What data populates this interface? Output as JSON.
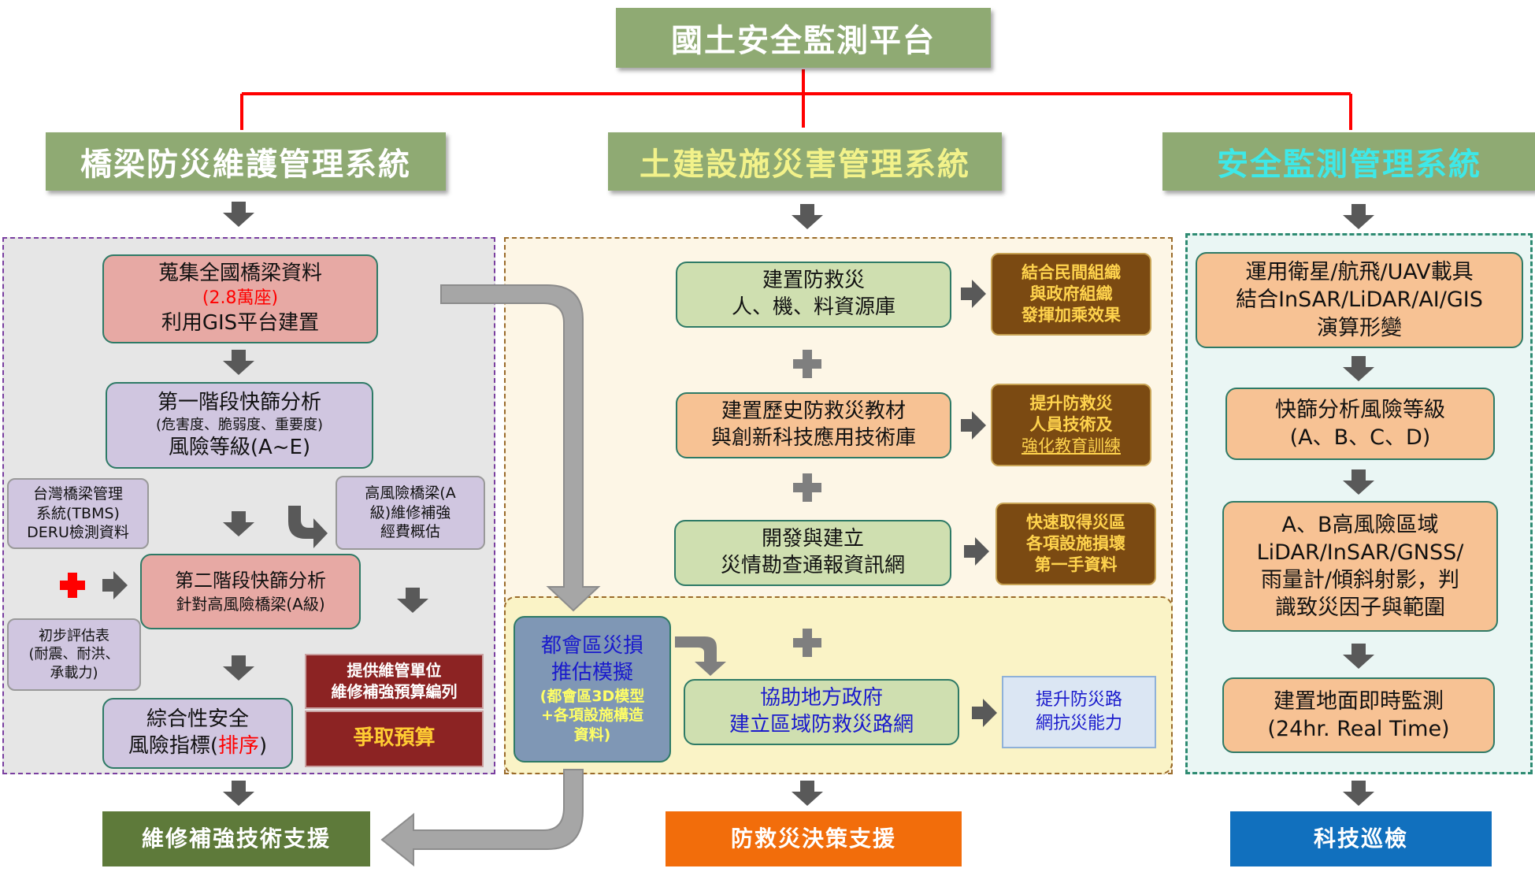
{
  "title": "國土安全監測平台",
  "systems": {
    "bridge": "橋梁防災維護管理系統",
    "civil": "土建設施災害管理系統",
    "safety": "安全監測管理系統"
  },
  "bridge": {
    "collect": [
      "蒐集全國橋梁資料",
      "(2.8萬座)",
      "利用GIS平台建置"
    ],
    "stage1": [
      "第一階段快篩分析",
      "(危害度、脆弱度、重要度)",
      "風險等級(A~E)"
    ],
    "tbms": [
      "台灣橋梁管理",
      "系統(TBMS)",
      "DERU檢測資料"
    ],
    "high_risk_funding": [
      "高風險橋梁(A",
      "級)維修補強",
      "經費概估"
    ],
    "stage2": [
      "第二階段快篩分析",
      "針對高風險橋梁(A級)"
    ],
    "initial_eval": [
      "初步評估表",
      "(耐震、耐洪、",
      "承載力)"
    ],
    "composite": [
      "綜合性安全",
      "風險指標(",
      "排序",
      ")"
    ],
    "budget_plan": [
      "提供維管單位",
      "維修補強預算編列"
    ],
    "budget_fight": "爭取預算"
  },
  "civil": {
    "resource": [
      "建置防救災",
      "人、機、料資源庫"
    ],
    "synergy": [
      "結合民間組織",
      "與政府組織",
      "發揮加乘效果"
    ],
    "history": [
      "建置歷史防救災教材",
      "與創新科技應用技術庫"
    ],
    "training": [
      "提升防救災",
      "人員技術及",
      "強化教育訓練"
    ],
    "report_net": [
      "開發與建立",
      "災情勘查通報資訊網"
    ],
    "firsthand": [
      "快速取得災區",
      "各項設施損壞",
      "第一手資料"
    ],
    "metro": [
      "都會區災損",
      "推估模擬",
      "(都會區3D模型",
      "+各項設施構造",
      "資料)"
    ],
    "road_net": [
      "協助地方政府",
      "建立區域防救災路網"
    ],
    "resilience": [
      "提升防災路",
      "網抗災能力"
    ]
  },
  "safety": {
    "satellite": [
      "運用衛星/航飛/UAV載具",
      "結合InSAR/LiDAR/AI/GIS",
      "演算形變"
    ],
    "screening": [
      "快篩分析風險等級",
      "(A、B、C、D)"
    ],
    "high_risk_area": [
      "A、B高風險區域",
      "LiDAR/InSAR/GNSS/",
      "雨量計/傾斜射影，判",
      "識致災因子與範圍"
    ],
    "realtime": [
      "建置地面即時監測",
      "(24hr. Real Time)"
    ]
  },
  "outputs": {
    "bridge": "維修補強技術支援",
    "civil": "防救災決策支援",
    "safety": "科技巡檢"
  },
  "colors": {
    "header_green": "#8faa73",
    "connector_red": "#ff0000",
    "pink_box": "#e7a9a4",
    "lavender_box": "#d0c6e0",
    "green_box": "#cfdfb0",
    "orange_box": "#f7c294",
    "brown_box": "#7b4a12",
    "maroon_box": "#8c2323",
    "slate_box": "#7f97b5",
    "out_green": "#5e7a3a",
    "out_orange": "#f26d0b",
    "out_blue": "#1170be",
    "safety_title": "#3ee8e8",
    "civil_title": "#f2f28a"
  }
}
